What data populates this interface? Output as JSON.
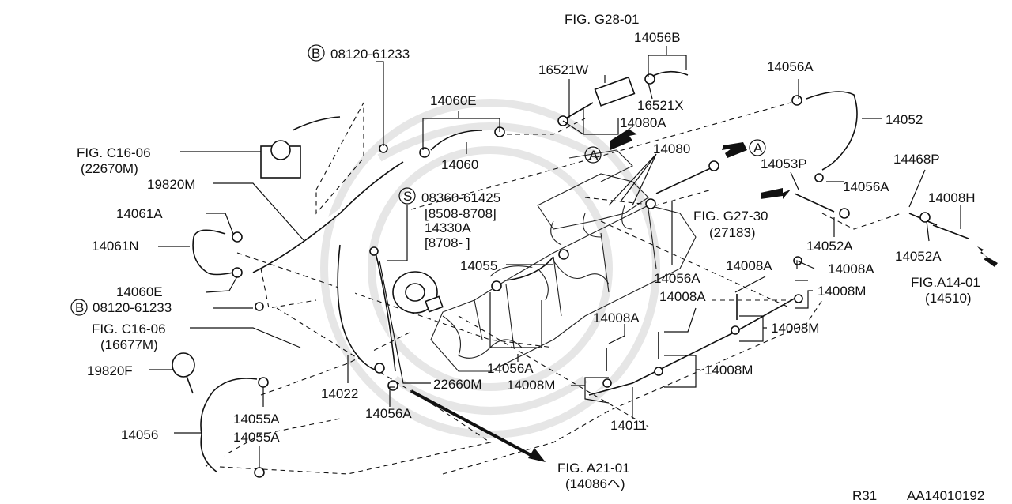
{
  "labels": {
    "fig_g28_01": "FIG. G28-01",
    "p14056b": "14056B",
    "p08120_top_code": "08120-61233",
    "p08120_top_circle": "B",
    "p16521w": "16521W",
    "p14060e_top": "14060E",
    "p16521x": "16521X",
    "p14080a": "14080A",
    "p14060": "14060",
    "p14056a_top": "14056A",
    "p14052": "14052",
    "fig_c16_06_a": "FIG. C16-06",
    "fig_c16_06_a_sub": "(22670M)",
    "circle_a_left": "A",
    "p14080": "14080",
    "circle_a_right": "A",
    "p14053p": "14053P",
    "p14468p": "14468P",
    "p19820m": "19820M",
    "p08360_code": "08360-61425",
    "p08360_circle": "S",
    "p8508_8708": "[8508-8708]",
    "p14330a": "14330A",
    "p8708": "[8708-   ]",
    "p14056a_r": "14056A",
    "p14008h": "14008H",
    "p14061a": "14061A",
    "fig_g27_30": "FIG. G27-30",
    "fig_g27_30_sub": "(27183)",
    "p14061n": "14061N",
    "p14052a_mid": "14052A",
    "p14052a_right": "14052A",
    "p14055": "14055",
    "p14008a_1": "14008A",
    "p14008a_2": "14008A",
    "p14060e_left": "14060E",
    "p14056a_mid": "14056A",
    "fig_a14_01": "FIG.A14-01",
    "fig_a14_01_sub": "(14510)",
    "p08120_low_code": "08120-61233",
    "p08120_low_circle": "B",
    "p14008m_1": "14008M",
    "p14008a_3": "14008A",
    "fig_c16_06_b": "FIG. C16-06",
    "fig_c16_06_b_sub": "(16677M)",
    "p14008a_4": "14008A",
    "p14008m_2": "14008M",
    "p19820f": "19820F",
    "p14056a_low": "14056A",
    "p14008m_3": "14008M",
    "p22660m": "22660M",
    "p14008m_4": "14008M",
    "p14022": "14022",
    "p14055a_1": "14055A",
    "p14056a_bottom": "14056A",
    "p14011": "14011",
    "p14056": "14056",
    "p14055a_2": "14055A",
    "fig_a21_01": "FIG. A21-01",
    "fig_a21_01_sub": "(14086へ)",
    "r31": "R31",
    "diagram_code": "AA14010192"
  }
}
